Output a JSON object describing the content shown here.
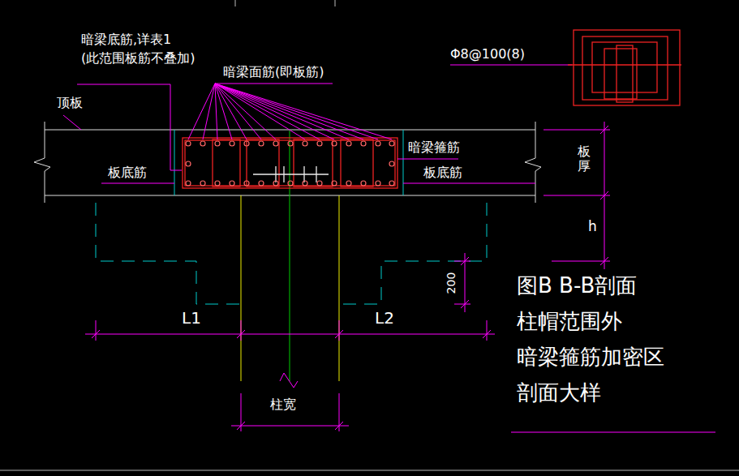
{
  "diagram": {
    "labels": [
      "暗梁底筋,详表1",
      "(此范围板筋不叠加)",
      "暗梁面筋(即板筋)",
      "顶板",
      "板底筋",
      "暗梁箍筋",
      "板底筋",
      "板厚",
      "h",
      "200",
      "L1",
      "L2",
      "柱宽",
      "Φ8@100(8)",
      "图B B-B剖面",
      "柱帽范围外",
      "暗梁箍筋加密区",
      "剖面大样"
    ]
  }
}
